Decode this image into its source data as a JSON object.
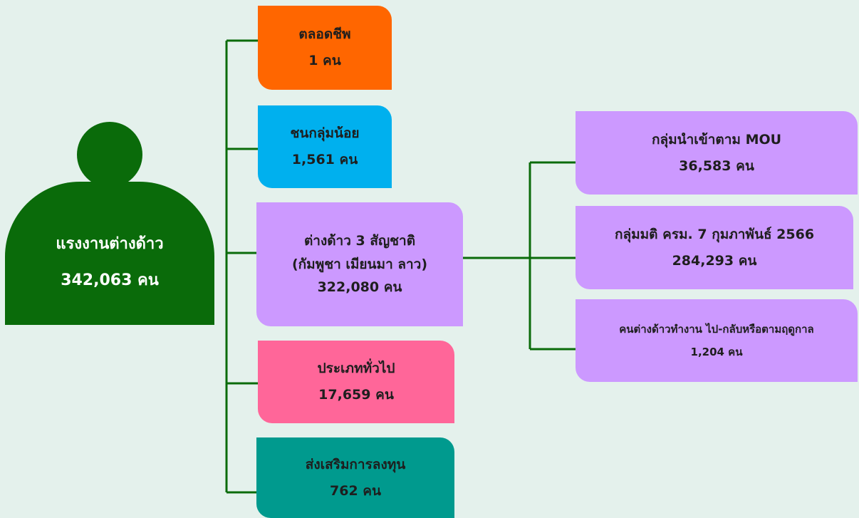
{
  "root": {
    "title": "แรงงานต่างด้าว",
    "value": "342,063 คน"
  },
  "categories": [
    {
      "title": "ตลอดชีพ",
      "value": "1 คน",
      "color": "#ff6600"
    },
    {
      "title": "ชนกลุ่มน้อย",
      "value": "1,561 คน",
      "color": "#00b0ee"
    },
    {
      "title": "ต่างด้าว 3 สัญชาติ",
      "subtitle": "(กัมพูชา เมียนมา ลาว)",
      "value": "322,080 คน",
      "color": "#cc99ff"
    },
    {
      "title": "ประเภททั่วไป",
      "value": "17,659 คน",
      "color": "#ff6699"
    },
    {
      "title": "ส่งเสริมการลงทุน",
      "value": "762 คน",
      "color": "#009a8e"
    }
  ],
  "subcategories": [
    {
      "title": "กลุ่มนำเข้าตาม MOU",
      "value": "36,583 คน",
      "color": "#cc99ff"
    },
    {
      "title": "กลุ่มมติ ครม. 7 กุมภาพันธ์ 2566",
      "value": "284,293 คน",
      "color": "#cc99ff"
    },
    {
      "title": "คนต่างด้าวทำงาน ไป-กลับหรือตามฤดูกาล",
      "value": "1,204 คน",
      "color": "#cc99ff"
    }
  ],
  "colors": {
    "line": "#0a6b0a",
    "background": "#e4f1ec",
    "root": "#0a6b0a"
  }
}
